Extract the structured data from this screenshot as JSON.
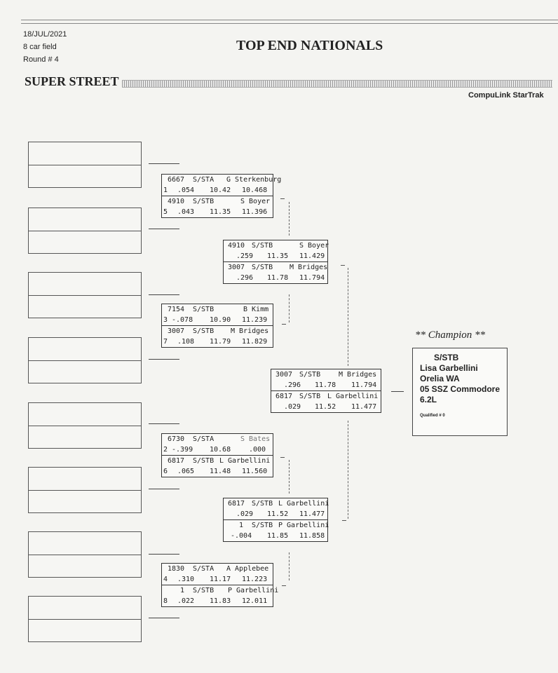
{
  "header": {
    "date": "18/JUL/2021",
    "field": "8 car field",
    "round": "Round # 4",
    "title": "TOP END NATIONALS",
    "class_name": "SUPER STREET",
    "brand": "CompuLink StarTrak"
  },
  "round1": [
    {
      "top": {
        "no": "6667",
        "cls": "S/STA",
        "name": "G Sterkenburg",
        "lane": "1",
        "rt": ".054",
        "dial": "10.42",
        "et": "10.468"
      },
      "bot": {
        "no": "4910",
        "cls": "S/STB",
        "name": "S Boyer",
        "lane": "5",
        "rt": ".043",
        "dial": "11.35",
        "et": "11.396"
      }
    },
    {
      "top": {
        "no": "7154",
        "cls": "S/STB",
        "name": "B Kimm",
        "lane": "3",
        "rt": "-.078",
        "dial": "10.90",
        "et": "11.239"
      },
      "bot": {
        "no": "3007",
        "cls": "S/STB",
        "name": "M Bridges",
        "lane": "7",
        "rt": ".108",
        "dial": "11.79",
        "et": "11.829"
      }
    },
    {
      "top": {
        "no": "6730",
        "cls": "S/STA",
        "name": "S Bates",
        "lane": "2",
        "rt": "-.399",
        "dial": "10.68",
        "et": ".000"
      },
      "bot": {
        "no": "6817",
        "cls": "S/STB",
        "name": "L Garbellini",
        "lane": "6",
        "rt": ".065",
        "dial": "11.48",
        "et": "11.560"
      }
    },
    {
      "top": {
        "no": "1830",
        "cls": "S/STA",
        "name": "A Applebee",
        "lane": "4",
        "rt": ".310",
        "dial": "11.17",
        "et": "11.223"
      },
      "bot": {
        "no": "1",
        "cls": "S/STB",
        "name": "P Garbellini",
        "lane": "8",
        "rt": ".022",
        "dial": "11.83",
        "et": "12.011"
      }
    }
  ],
  "round2": [
    {
      "top": {
        "no": "4910",
        "cls": "S/STB",
        "name": "S Boyer",
        "rt": ".259",
        "dial": "11.35",
        "et": "11.429"
      },
      "bot": {
        "no": "3007",
        "cls": "S/STB",
        "name": "M Bridges",
        "rt": ".296",
        "dial": "11.78",
        "et": "11.794"
      }
    },
    {
      "top": {
        "no": "6817",
        "cls": "S/STB",
        "name": "L Garbellini",
        "rt": ".029",
        "dial": "11.52",
        "et": "11.477"
      },
      "bot": {
        "no": "1",
        "cls": "S/STB",
        "name": "P Garbellini",
        "rt": "-.004",
        "dial": "11.85",
        "et": "11.858"
      }
    }
  ],
  "final": {
    "top": {
      "no": "3007",
      "cls": "S/STB",
      "name": "M Bridges",
      "rt": ".296",
      "dial": "11.78",
      "et": "11.794"
    },
    "bot": {
      "no": "6817",
      "cls": "S/STB",
      "name": "L Garbellini",
      "rt": ".029",
      "dial": "11.52",
      "et": "11.477"
    }
  },
  "champion": {
    "label": "** Champion **",
    "cls": "S/STB",
    "name": "Lisa Garbellini",
    "town": "Orelia WA",
    "car": "05 SSZ Commodore",
    "engine": "6.2L",
    "qualified": "Qualified # 0"
  }
}
